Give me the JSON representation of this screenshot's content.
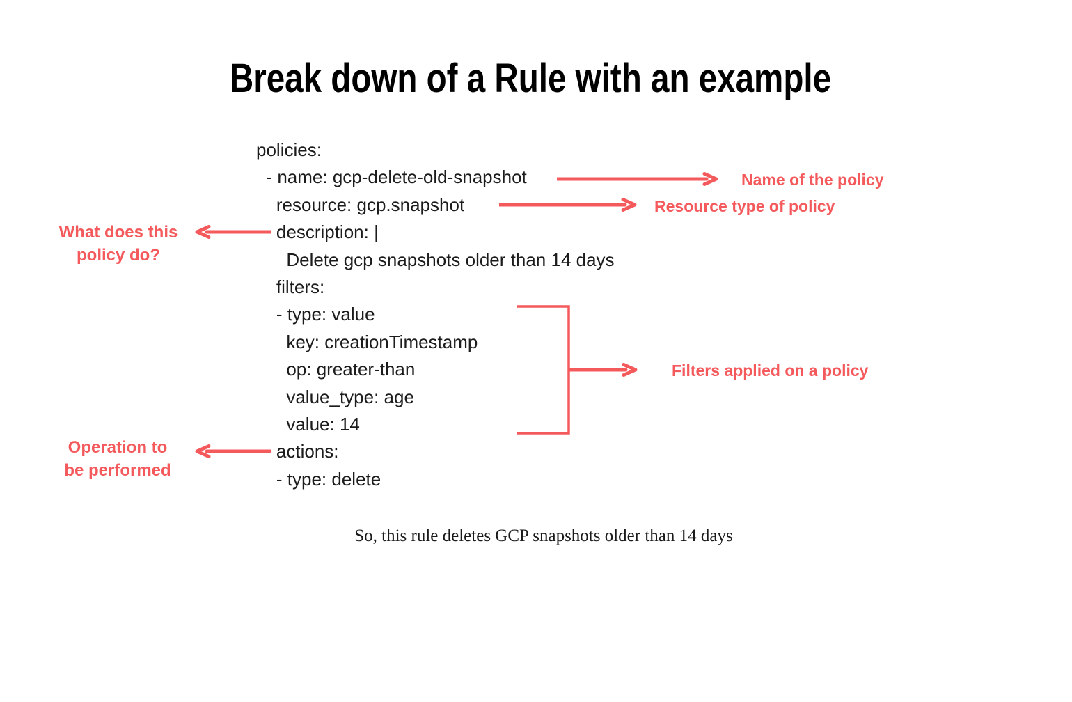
{
  "title": "Break down of a Rule with an example",
  "colors": {
    "accent_red": "#F4595C",
    "text_black": "#1c1c1c",
    "background": "#FFFFFF"
  },
  "yaml": {
    "lines": [
      "policies:",
      "  - name: gcp-delete-old-snapshot",
      "    resource: gcp.snapshot",
      "    description: |",
      "      Delete gcp snapshots older than 14 days",
      "    filters:",
      "    - type: value",
      "      key: creationTimestamp",
      "      op: greater-than",
      "      value_type: age",
      "      value: 14",
      "    actions:",
      "    - type: delete"
    ]
  },
  "annotations": {
    "name_label": "Name of the policy",
    "resource_label": "Resource type of policy",
    "filters_label": "Filters applied on a policy",
    "description_label": {
      "line1": "What does this",
      "line2": "policy do?"
    },
    "actions_label": {
      "line1": "Operation to",
      "line2": "be performed"
    }
  },
  "summary": "So, this rule deletes GCP snapshots older than 14 days"
}
